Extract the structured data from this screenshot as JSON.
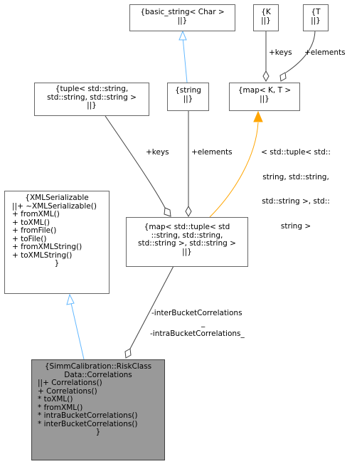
{
  "nodes": {
    "basic_string": {
      "lines": [
        "{basic_string< Char >",
        "||}"
      ]
    },
    "K": {
      "lines": [
        "{K",
        "||}"
      ]
    },
    "T": {
      "lines": [
        "{T",
        "||}"
      ]
    },
    "tuple": {
      "lines": [
        "{tuple< std::string,",
        "std::string, std::string >",
        "||}"
      ]
    },
    "string": {
      "lines": [
        "{string",
        "||}"
      ]
    },
    "map_KT": {
      "lines": [
        "{map< K, T >",
        "||}"
      ]
    },
    "xml_serializable": {
      "lines": [
        "{XMLSerializable",
        "||+ ~XMLSerializable()",
        "+ fromXML()",
        "+ toXML()",
        "+ fromFile()",
        "+ toFile()",
        "+ fromXMLString()",
        "+ toXMLString()",
        "}"
      ]
    },
    "map_tuple": {
      "lines": [
        "{map< std::tuple< std",
        "::string, std::string,",
        "std::string >, std::string >",
        "||}"
      ]
    },
    "correlations": {
      "lines": [
        "{SimmCalibration::RiskClass",
        "Data::Correlations",
        "||+ Correlations()",
        "+ Correlations()",
        "* toXML()",
        "* fromXML()",
        "* intraBucketCorrelations()",
        "* interBucketCorrelations()",
        "}"
      ]
    }
  },
  "edge_labels": {
    "keys_top": "+keys",
    "elements_top": "+elements",
    "keys_mid": "+keys",
    "elements_mid": "+elements",
    "template_args": [
      "< std::tuple< std::",
      "string, std::string,",
      "std::string >, std::",
      "string >"
    ],
    "inter": "-interBucketCorrelations",
    "underscore": "_",
    "intra": "-intraBucketCorrelations_"
  },
  "colors": {
    "edge_gray": "#404040",
    "inherit_blue": "#63b8ff",
    "template_orange": "#ffa500",
    "focus_fill": "#999999"
  }
}
